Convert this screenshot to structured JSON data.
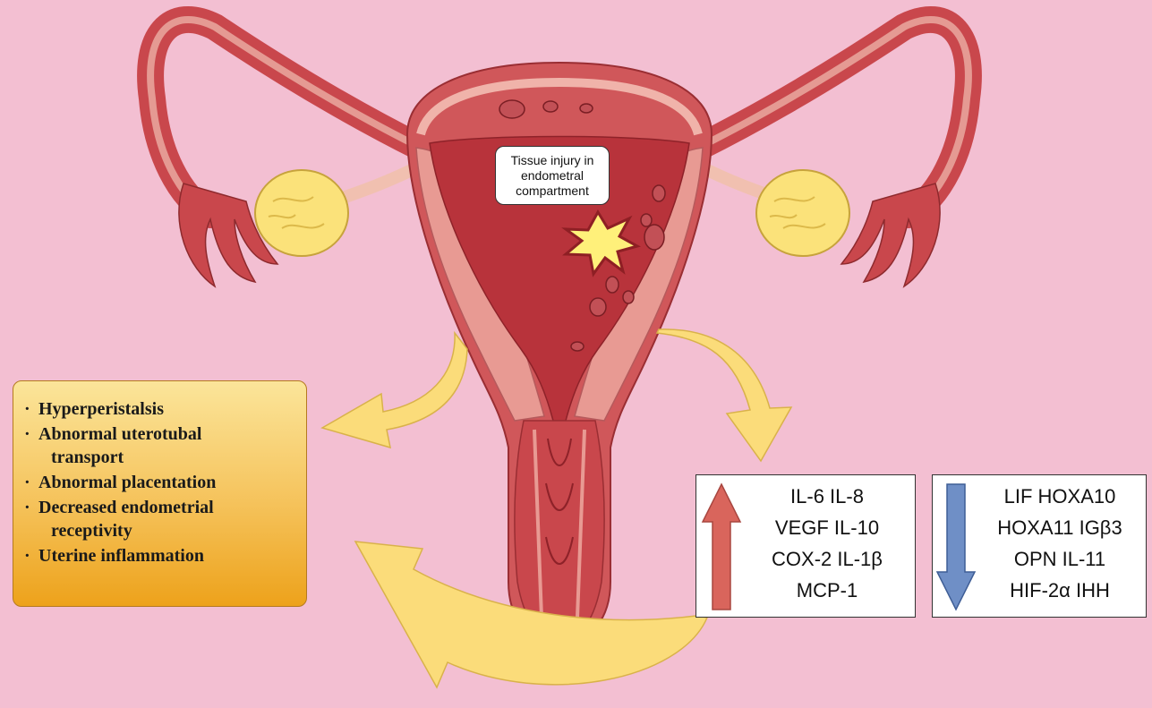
{
  "callout": {
    "text": "Tissue injury in endometral compartment"
  },
  "effects": {
    "items": [
      [
        "Hyperperistalsis",
        ""
      ],
      [
        "Abnormal uterotubal",
        "transport"
      ],
      [
        "Abnormal placentation",
        ""
      ],
      [
        "Decreased endometrial",
        "receptivity"
      ],
      [
        "Uterine inflammation",
        ""
      ]
    ]
  },
  "upregulated": {
    "arrow_color": "#d9655c",
    "lines": [
      "IL-6 IL-8",
      "VEGF IL-10",
      "COX-2 IL-1β",
      "MCP-1"
    ]
  },
  "downregulated": {
    "arrow_color": "#6f8fc6",
    "lines": [
      "LIF HOXA10",
      "HOXA11 IGβ3",
      "OPN IL-11",
      "HIF-2α IHH"
    ]
  },
  "colors": {
    "background": "#f3bfd2",
    "flow_arrow": "#fbdc7a",
    "uterus_outer": "#d0575a",
    "endometrium": "#b8333b",
    "ovary": "#fbe27a",
    "injury_star": "#fff07a"
  }
}
